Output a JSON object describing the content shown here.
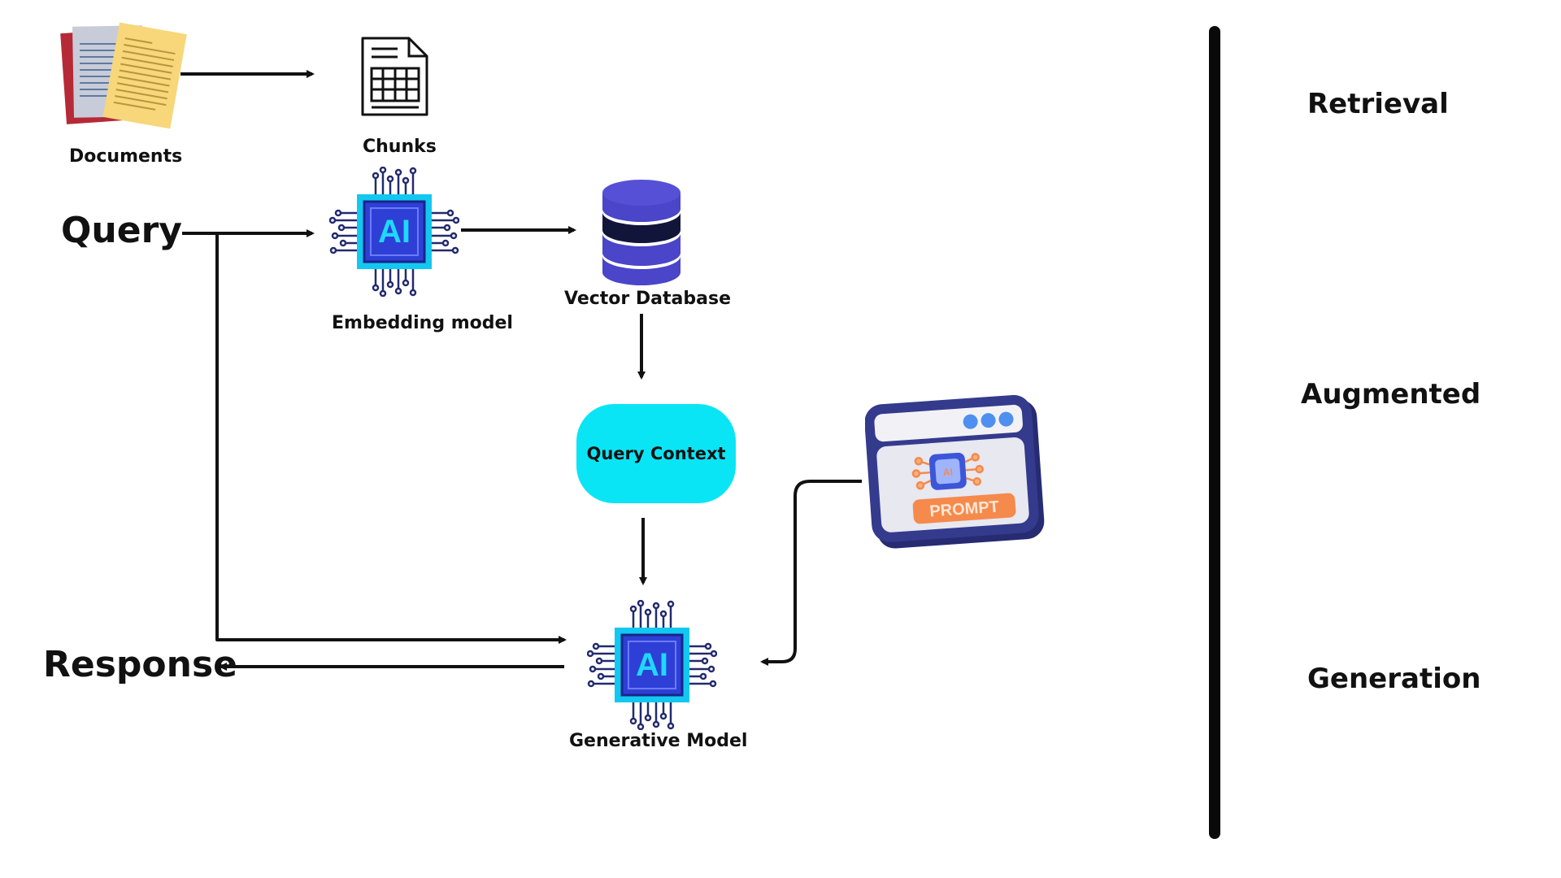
{
  "diagram": {
    "nodes": {
      "documents": {
        "label": "Documents"
      },
      "chunks": {
        "label": "Chunks"
      },
      "query": {
        "label": "Query"
      },
      "embedding_model": {
        "label": "Embedding model",
        "chip_text": "AI"
      },
      "vector_database": {
        "label": "Vector Database"
      },
      "query_context": {
        "label": "Query Context"
      },
      "prompt": {
        "badge_text": "PROMPT",
        "chip_text": "AI"
      },
      "generative_model": {
        "label": "Generative Model",
        "chip_text": "AI"
      },
      "response": {
        "label": "Response"
      }
    },
    "edges": [
      {
        "from": "documents",
        "to": "chunks"
      },
      {
        "from": "query",
        "to": "embedding_model"
      },
      {
        "from": "embedding_model",
        "to": "vector_database"
      },
      {
        "from": "vector_database",
        "to": "query_context"
      },
      {
        "from": "query_context",
        "to": "generative_model"
      },
      {
        "from": "query",
        "to": "generative_model"
      },
      {
        "from": "prompt",
        "to": "generative_model"
      },
      {
        "from": "generative_model",
        "to": "response"
      }
    ],
    "stages": {
      "retrieval": "Retrieval",
      "augmented": "Augmented",
      "generation": "Generation"
    }
  },
  "colors": {
    "arrow": "#111111",
    "chip_blue": "#2e3fd6",
    "chip_cyan": "#12c8f0",
    "chip_text": "#1fd8ff",
    "database": "#4a45c9",
    "database_dark": "#12153a",
    "query_context_fill": "#0ae5f5",
    "prompt_frame": "#343a8c",
    "prompt_badge": "#f58a4c",
    "divider": "#0a0a0a"
  },
  "icons": {
    "documents": "documents-icon",
    "chunks": "spreadsheet-document-icon",
    "embedding_model": "ai-chip-icon",
    "vector_database": "database-icon",
    "prompt": "ai-prompt-window-icon",
    "generative_model": "ai-chip-icon"
  }
}
